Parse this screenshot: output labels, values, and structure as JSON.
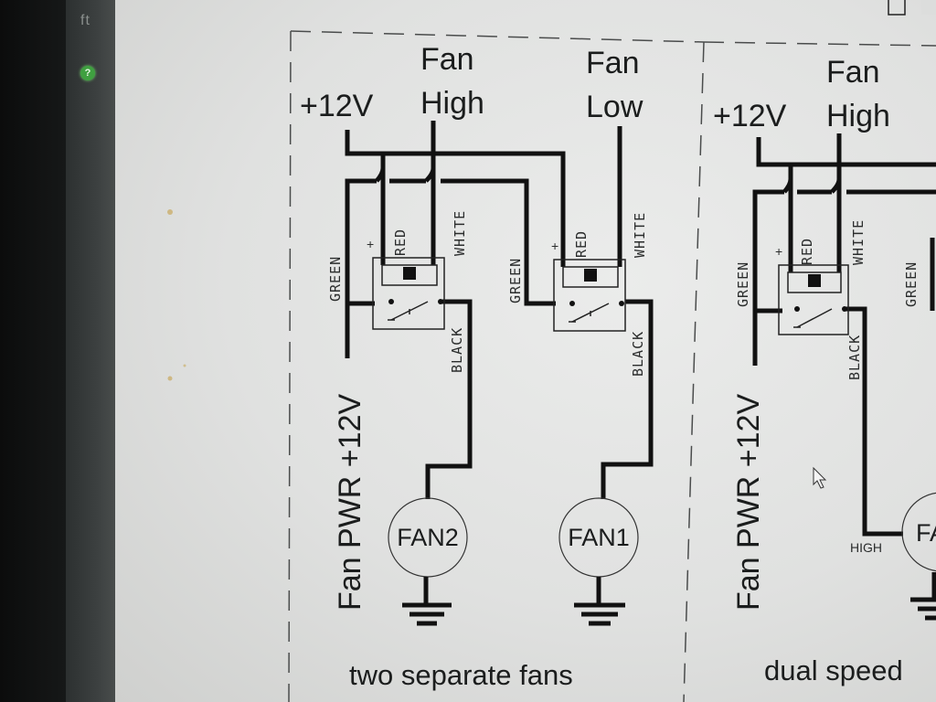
{
  "app_strip": {
    "glyph": "ft",
    "help_label": "?"
  },
  "diagram": {
    "panel1": {
      "v12": "+12V",
      "fan_high": [
        "Fan",
        "High"
      ],
      "fan_low": [
        "Fan",
        "Low"
      ],
      "relay_a": {
        "plus": "+",
        "red": "RED",
        "white": "WHITE",
        "green": "GREEN",
        "black": "BLACK"
      },
      "relay_b": {
        "plus": "+",
        "red": "RED",
        "white": "WHITE",
        "green": "GREEN",
        "black": "BLACK"
      },
      "fan_pwr": "Fan PWR +12V",
      "fan2": "FAN2",
      "fan1": "FAN1",
      "caption": "two separate fans"
    },
    "panel2": {
      "v12": "+12V",
      "fan_high": [
        "Fan",
        "High"
      ],
      "relay": {
        "plus": "+",
        "red": "RED",
        "white": "WHITE",
        "green": "GREEN",
        "black": "BLACK"
      },
      "green_right": "GREEN",
      "fan_pwr": "Fan PWR +12V",
      "high": "HIGH",
      "fan_partial": "FA",
      "caption": "dual speed"
    }
  }
}
